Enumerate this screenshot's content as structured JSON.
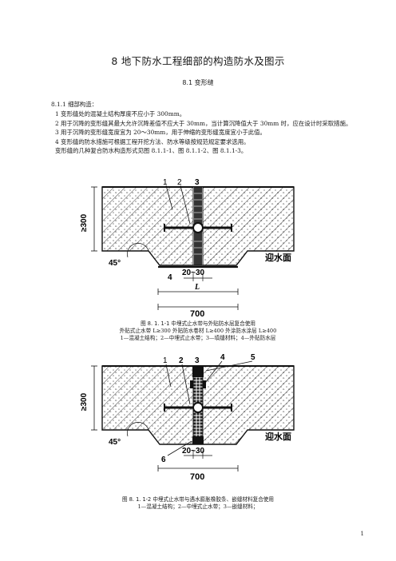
{
  "chapter_title": "8   地下防水工程细部的构造防水及图示",
  "section_title": "8.1   变形缝",
  "clause_heading": "8.1.1   细部构造：",
  "clauses": [
    "1   变形缝处的混凝土结构厚度不应小于 300mm。",
    "2   用于沉降的变形缝其最大允许沉降差值不应大于 30mm，当计算沉降值大于 30mm 时，应在设计时采取措施。",
    "3   用于沉降的变形缝宽度宜为 20～30mm，用于伸缩的变形缝宽度宜小于此值。",
    "4   变形缝的防水措施可根据工程开挖方法、防水等级按规范规定要求选用。",
    "变形缝的几种复合防水构造形式见图 8.1.1-1、图 8.1.1-2、图 8.1.1-3。"
  ],
  "figure1": {
    "labels": {
      "n1": "1",
      "n2": "2",
      "n3": "3",
      "n4": "4",
      "thickness": "≥300",
      "angle": "45°",
      "gap": "20~30",
      "face": "迎水面",
      "length": "700",
      "L": "L"
    },
    "caption_title": "图 8. 1. 1-1   中埋式止水带与外贴防水层复合使用",
    "caption_line2": "外贴式止水带 L≥300    外贴防水卷材 L≥400    外涂防水涂层 L≥400",
    "caption_line3": "1—混凝土结构；2—中埋式止水带；3—填缝材料；4—外贴防水层"
  },
  "figure2": {
    "labels": {
      "n1": "1",
      "n2": "2",
      "n3": "3",
      "n4": "4",
      "n5": "5",
      "n6": "6",
      "thickness": "≥300",
      "angle": "45°",
      "gap": "20~30",
      "face": "迎水面",
      "length": "700"
    },
    "caption_title": "图 8. 1. 1-2    中埋式止水带与遇水膨胀橡胶条、嵌缝材料复合使用",
    "caption_line2": "1—混凝土结构；2—中埋式止水带；3—嵌缝材料；"
  },
  "page_number": "1"
}
